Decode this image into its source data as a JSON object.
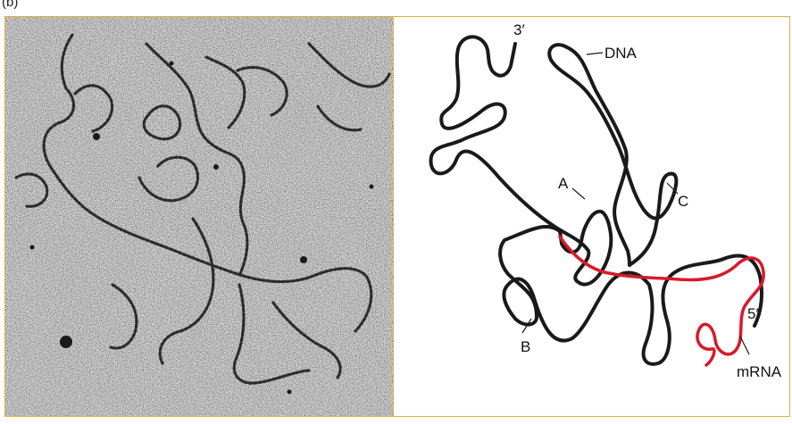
{
  "figure": {
    "panel_label": "(b)"
  },
  "labels": {
    "three_prime": "3′",
    "five_prime": "5′",
    "dna": "DNA",
    "mrna": "mRNA",
    "a": "A",
    "b": "B",
    "c": "C"
  },
  "colors": {
    "frame_border": "#e2b13c",
    "dna_strand": "#1a1a1a",
    "mrna_strand": "#d8192b",
    "micrograph_bg": "#c9c9c9"
  }
}
